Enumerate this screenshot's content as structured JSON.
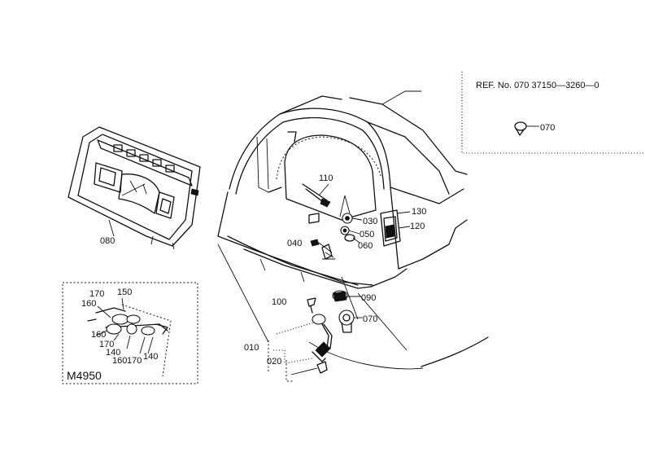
{
  "ref_box": {
    "ref_text": "REF. No. 070 37150—3260—0",
    "part_label": "070"
  },
  "labels": {
    "p080": "080",
    "p110": "110",
    "p030": "030",
    "p050": "050",
    "p060": "060",
    "p040": "040",
    "p130": "130",
    "p120": "120",
    "p090": "090",
    "p100": "100",
    "p070": "070",
    "p010": "010",
    "p020": "020"
  },
  "inset": {
    "model": "M4950",
    "labels": {
      "a170": "170",
      "a150": "150",
      "a160": "160",
      "b160": "160",
      "b170": "170",
      "b140": "140",
      "c160": "160",
      "c170": "170",
      "c140": "140"
    }
  }
}
